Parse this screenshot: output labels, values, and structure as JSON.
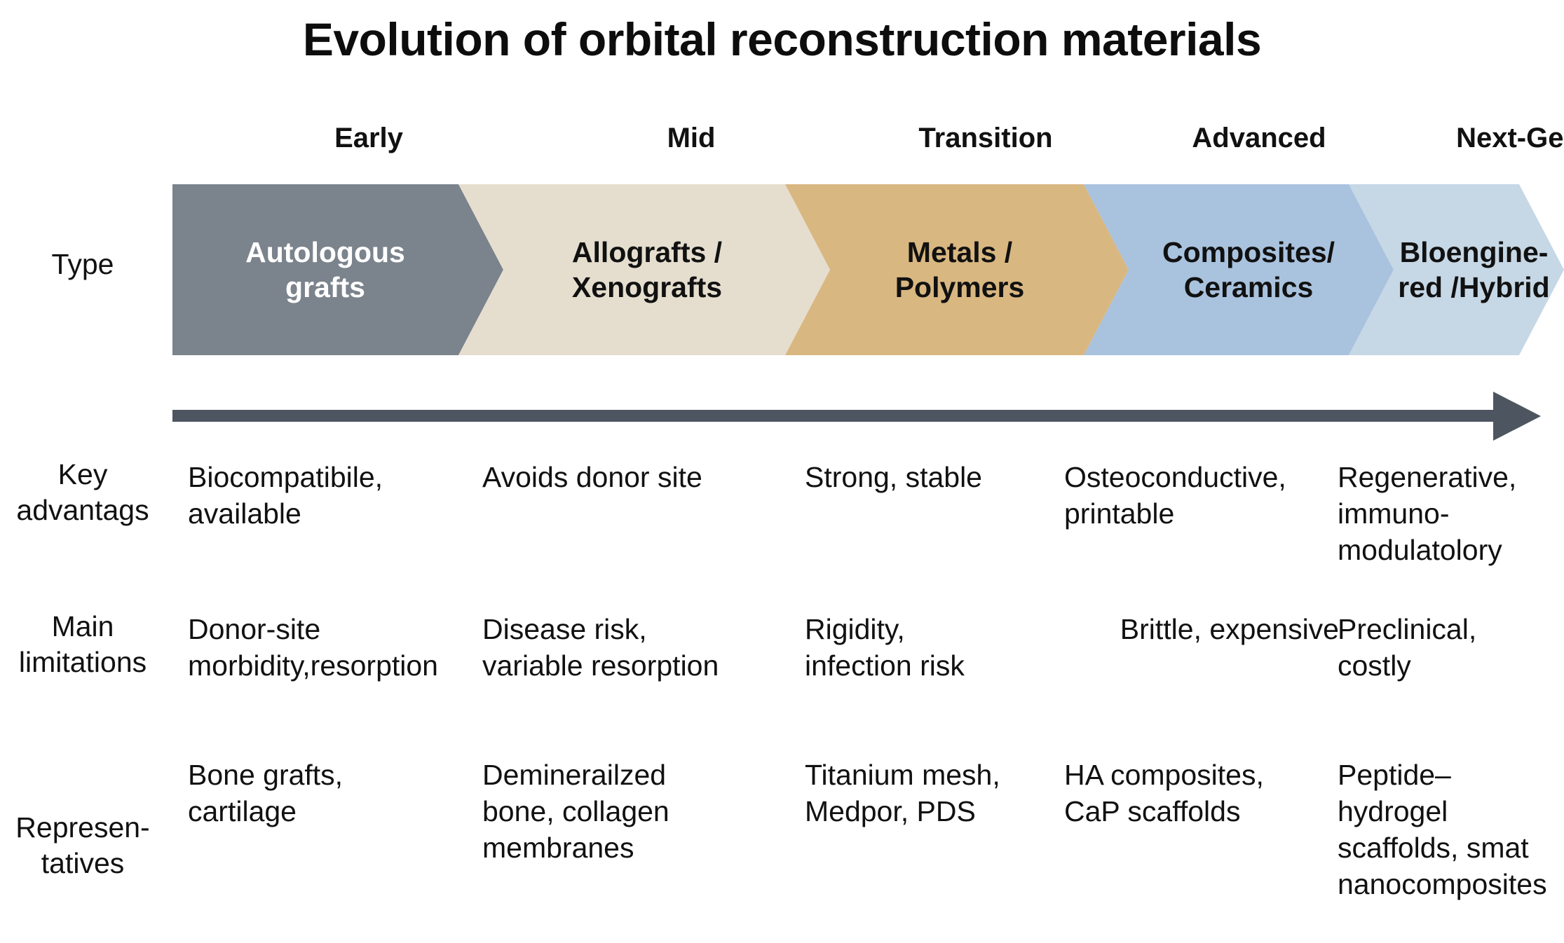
{
  "title": "Evolution of orbital reconstruction materials",
  "stages": [
    {
      "label": "Early",
      "type": "Autologous\ngrafts",
      "color": "#7b838c"
    },
    {
      "label": "Mid",
      "type": "Allografts /\nXenografts",
      "color": "#e5decf"
    },
    {
      "label": "Transition",
      "type": "Metals /\nPolymers",
      "color": "#d9b781"
    },
    {
      "label": "Advanced",
      "type": "Composites/\nCeramics",
      "color": "#a9c2de"
    },
    {
      "label": "Next-Gen",
      "type": "Bloengine-\nred /Hybrid",
      "color": "#c6d7e5"
    }
  ],
  "rows": {
    "type_label": "Type",
    "advantages": {
      "label": "Key\nadvantags",
      "cells": [
        "Biocompatibile,\navailable",
        "Avoids donor site",
        "Strong, stable",
        "Osteoconductive,\nprintable",
        "Regenerative,\nimmuno-\nmodulatolory"
      ]
    },
    "limitations": {
      "label": "Main\nlimitations",
      "cells": [
        "Donor-site\nmorbidity,resorption",
        "Disease risk,\nvariable resorption",
        "Rigidity,\ninfection risk",
        "Brittle, expensive",
        "Preclinical,\ncostly"
      ]
    },
    "representatives": {
      "label": "Represen-\ntatives",
      "cells": [
        "Bone grafts,\ncartilage",
        "Deminerailzed\nbone, collagen\nmembranes",
        "Titanium mesh,\nMedpor, PDS",
        "HA composites,\nCaP scaffolds",
        "Peptide–\nhydrogel\nscaffolds, smat\nnanocomposites"
      ]
    }
  },
  "arrow": {
    "name": "time-progression-arrow",
    "direction": "right",
    "color": "#4d5560"
  }
}
